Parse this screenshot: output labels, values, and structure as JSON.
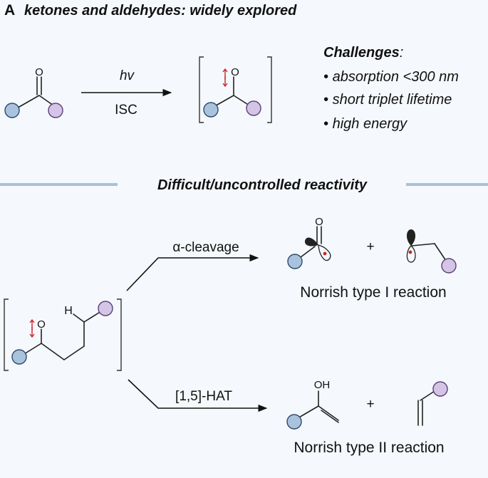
{
  "panel_letter": "A",
  "panel_title": "ketones and aldehydes: widely explored",
  "top": {
    "carbonyl_O": "O",
    "arrow_above": "hv",
    "arrow_below": "ISC",
    "triplet_O": "O"
  },
  "challenges": {
    "heading": "Challenges",
    "heading_colon": ":",
    "bullet": "•",
    "items": [
      "absorption <300 nm",
      "short triplet lifetime",
      "high energy"
    ]
  },
  "divider_label": "Difficult/uncontrolled reactivity",
  "bottom": {
    "substrate_O": "O",
    "substrate_H": "H",
    "upper_arrow_label": "α-cleavage",
    "lower_arrow_label": "[1,5]-HAT",
    "type1_O": "O",
    "plus": "+",
    "type1_caption": "Norrish type I reaction",
    "type2_OH": "OH",
    "type2_caption": "Norrish type II reaction"
  },
  "colors": {
    "blue_group": "#a9c3de",
    "purple_group": "#d4c5e6",
    "divider": "#a9c0d6",
    "radical_red": "#c62828"
  }
}
